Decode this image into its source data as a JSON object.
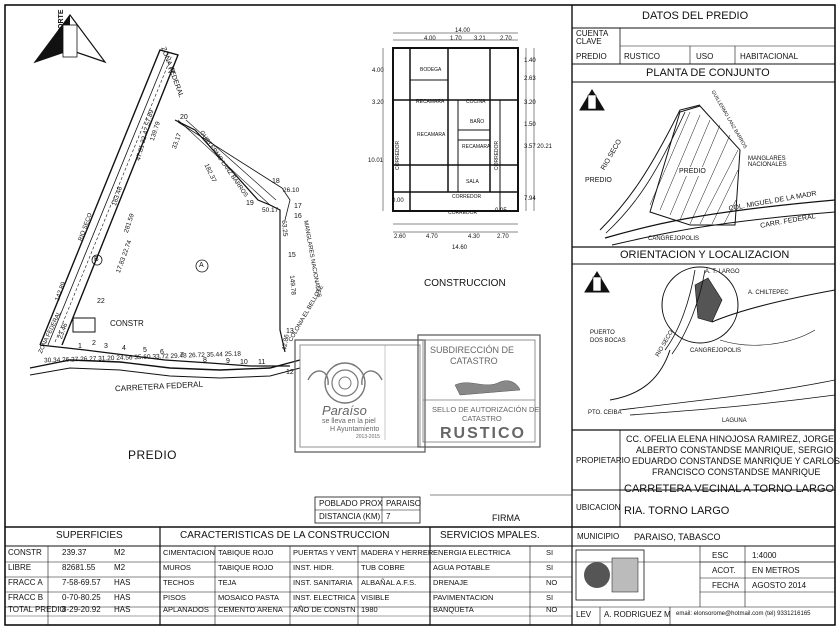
{
  "north_label": "NORTE",
  "survey": {
    "zona_federal_top": "ZONA FEDERAL",
    "zona_federal_left": "ZONA FEDERAL",
    "rio_seco": "RIO SECO",
    "carretera_federal": "CARRETERA FEDERAL",
    "guillermo": "GUILLERMO LANZ BARROS",
    "manglares": "MANGLARES NACIONALES",
    "colonia": "COLONIA EL BELLOTE",
    "constr_label": "CONSTR",
    "area_marker": "A",
    "b_marker": "B",
    "point_labels": [
      "1",
      "2",
      "3",
      "4",
      "5",
      "6",
      "7",
      "8",
      "9",
      "10",
      "11",
      "12",
      "13",
      "15",
      "16",
      "17",
      "18",
      "19",
      "20",
      "21",
      "22"
    ],
    "bottom_dims": "30.34 26.27 26.27 31.20 24.56 35.60 33.72 29.48 26.72 35.44 25.18",
    "left_dims_a": "142.89",
    "left_dims_b": "23.46",
    "diag_dims_a": "17.83 22.74",
    "diag_dims_b": "47.81 32.42 57.89",
    "diag_dims_c": "183.48",
    "diag_dims_d": "281.59",
    "diag_dims_e": "139.79",
    "right_dims_a": "182.37",
    "right_dims_b": "50.17",
    "right_dims_c": "149.78",
    "right_dims_d": "63.25",
    "right_dims_e": "42.86",
    "right_dims_f": "26.10",
    "right_dims_g": "33.17"
  },
  "predio_main": "PREDIO",
  "construccion": {
    "label": "CONSTRUCCION",
    "rooms": [
      "BODEGA",
      "RECAMARA",
      "COCINA",
      "BAÑO",
      "RECAMARA",
      "RECAMARA",
      "SALA",
      "CORREDOR",
      "CORREDOR",
      "CORREDOR",
      "CORREDOR"
    ],
    "top_dims": [
      "4.00",
      "1.70",
      "3.21",
      "2.70"
    ],
    "top_total": "14.00",
    "bottom_dims": [
      "2.60",
      "4.70",
      "4.30",
      "2.70"
    ],
    "bottom_total": "14.60",
    "left_dims": [
      "4.00",
      "3.20",
      "10.01",
      "0.00"
    ],
    "right_dims": [
      "1.40",
      "2.63",
      "3.20",
      "1.50",
      "3.57",
      "7.94",
      "20.21",
      "0.05"
    ]
  },
  "stamps": {
    "paraiso_name": "Paraíso",
    "paraiso_slogan": "se lleva en la piel",
    "paraiso_ayto": "H Ayuntamiento",
    "paraiso_years": "2013-2015",
    "subdir": "SUBDIRECCIÓN DE",
    "catastro": "CATASTRO",
    "sello": "SELLO DE AUTORIZACIÓN DE",
    "sello2": "CATASTRO",
    "rustico": "RUSTICO"
  },
  "poblado": {
    "row1_label": "POBLADO PROX",
    "row1_value": "PARAISO",
    "row2_label": "DISTANCIA (KM)",
    "row2_value": "7"
  },
  "firma_label": "FIRMA",
  "datos": {
    "title": "DATOS DEL PREDIO",
    "cuenta": "CUENTA",
    "clave": "CLAVE",
    "predio": "PREDIO",
    "rustico": "RUSTICO",
    "uso": "USO",
    "habitacional": "HABITACIONAL"
  },
  "conjunto": {
    "title": "PLANTA DE CONJUNTO",
    "rio_seco": "RIO SECO",
    "guillermo": "GUILLERMO LANZ BARROS",
    "predio": "PREDIO",
    "predio2": "PREDIO",
    "manglares": "MANGLARES NACIONALES",
    "col_miguel": "COL. MIGUEL DE LA MADR",
    "carr_federal": "CARR. FEDERAL",
    "cangrejopolis": "CANGREJOPOLIS"
  },
  "orientacion": {
    "title": "ORIENTACION Y LOCALIZACION",
    "t_largo": "A. T. LARGO",
    "chiltepec": "A. CHILTEPEC",
    "puerto": "PUERTO",
    "dos_bocas": "DOS BOCAS",
    "rio_seco": "RIO SECO",
    "cangrejopolis": "CANGREJOPOLIS",
    "pto_ceiba": "PTO. CEIBA",
    "laguna": "LAGUNA"
  },
  "propietario": {
    "label": "PROPIETARIO",
    "lines": [
      "CC. OFELIA ELENA HINOJOSA RAMIREZ, JORGE",
      "ALBERTO CONSTANDSE MANRIQUE, SERGIO",
      "EDUARDO CONSTANDSE MANRIQUE Y CARLOS",
      "FRANCISCO CONSTANDSE MANRIQUE"
    ]
  },
  "ubicacion": {
    "label": "UBICACION",
    "line1": "CARRETERA VECINAL A TORNO LARGO",
    "line2": "RIA. TORNO LARGO"
  },
  "municipio": {
    "label": "MUNICIPIO",
    "value": "PARAISO, TABASCO"
  },
  "escala": {
    "esc_label": "ESC",
    "esc_value": "1:4000",
    "acot_label": "ACOT.",
    "acot_value": "EN METROS",
    "fecha_label": "FECHA",
    "fecha_value": "AGOSTO 2014"
  },
  "lev": {
    "label": "LEV",
    "value": "A. RODRIGUEZ M",
    "email": "email: elonsorome@hotmail.com (tel) 9331216165"
  },
  "superficies": {
    "title": "SUPERFICIES",
    "rows": [
      {
        "label": "CONSTR",
        "value": "239.37",
        "unit": "M2"
      },
      {
        "label": "LIBRE",
        "value": "82681.55",
        "unit": "M2"
      },
      {
        "label": "FRACC A",
        "value": "7-58-69.57",
        "unit": "HAS"
      },
      {
        "label": "FRACC B",
        "value": "0-70-80.25",
        "unit": "HAS"
      },
      {
        "label": "TOTAL PREDIO",
        "value": "8-29-20.92",
        "unit": "HAS"
      }
    ]
  },
  "caracteristicas": {
    "title": "CARACTERISTICAS DE LA CONSTRUCCION",
    "rows": [
      [
        "CIMENTACION",
        "TABIQUE ROJO",
        "PUERTAS Y VENT",
        "MADERA Y HERRER"
      ],
      [
        "MUROS",
        "TABIQUE ROJO",
        "INST. HIDR.",
        "TUB COBRE"
      ],
      [
        "TECHOS",
        "TEJA",
        "INST. SANITARIA",
        "ALBAÑAL A.F.S."
      ],
      [
        "PISOS",
        "MOSAICO PASTA",
        "INST. ELECTRICA",
        "VISIBLE"
      ],
      [
        "APLANADOS",
        "CEMENTO ARENA",
        "AÑO DE CONSTN",
        "1980"
      ]
    ]
  },
  "servicios": {
    "title": "SERVICIOS MPALES.",
    "rows": [
      {
        "label": "ENERGIA ELECTRICA",
        "value": "SI"
      },
      {
        "label": "AGUA POTABLE",
        "value": "SI"
      },
      {
        "label": "DRENAJE",
        "value": "NO"
      },
      {
        "label": "PAVIMENTACION",
        "value": "SI"
      },
      {
        "label": "BANQUETA",
        "value": "NO"
      }
    ]
  }
}
